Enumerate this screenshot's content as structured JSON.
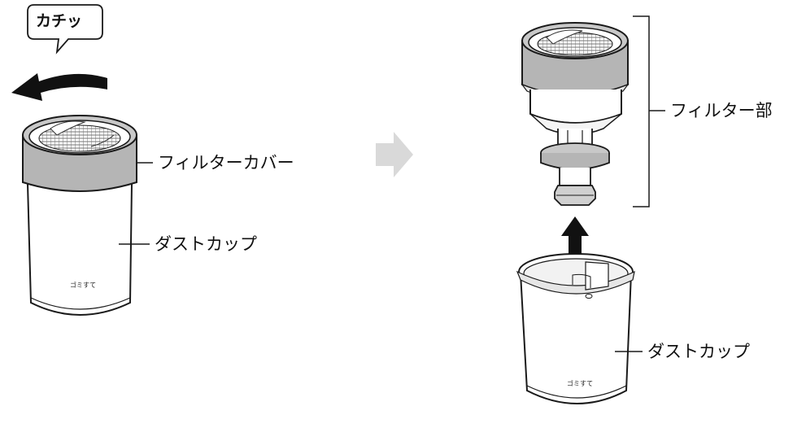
{
  "bubble": {
    "text": "カチッ"
  },
  "left_figure": {
    "filter_cover_label": "フィルターカバー",
    "dust_cup_label": "ダストカップ",
    "cup_mark": "ゴミすて"
  },
  "right_figure": {
    "filter_unit_label": "フィルター部",
    "dust_cup_label": "ダストカップ",
    "cup_mark": "ゴミすて"
  },
  "colors": {
    "line": "#1a1a1a",
    "gray_band": "#b5b5b5",
    "light_gray": "#e6e6e6",
    "step_arrow": "#d9d9d9"
  },
  "icons": [
    "rotate-arrow-icon",
    "next-step-arrow-icon",
    "lift-up-arrow-icon"
  ]
}
